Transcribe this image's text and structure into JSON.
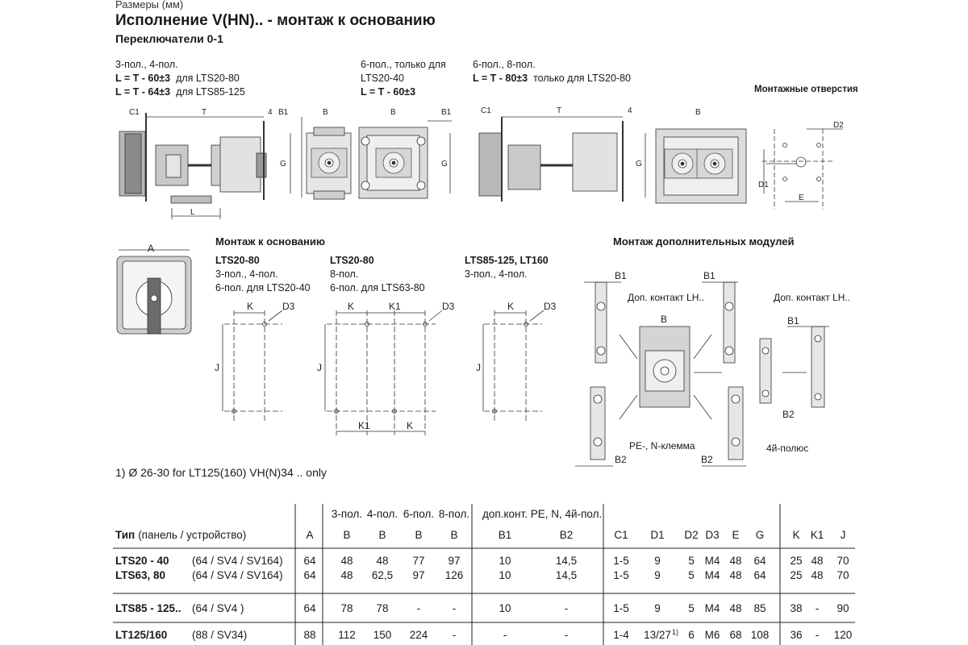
{
  "header": {
    "units": "Размеры (мм)",
    "title": "Исполнение V(HN).. - монтаж к основанию",
    "subtitle": "Переключатели 0-1"
  },
  "variants": {
    "v1": {
      "l1": "3-пол., 4-пол.",
      "f1": "L = T - 60±3",
      "f1s": "для LTS20-80",
      "f2": "L = T - 64±3",
      "f2s": "для LTS85-125"
    },
    "v2": {
      "l1": "6-пол., только для",
      "l2": "LTS20-40",
      "f1": "L = T - 60±3"
    },
    "v3": {
      "l1": "6-пол., 8-пол.",
      "f1": "L = T - 80±3",
      "f1s": "только для LTS20-80"
    }
  },
  "drawing_labels": {
    "c1": "C1",
    "t": "T",
    "four": "4",
    "b1": "B1",
    "b": "B",
    "g": "G",
    "l": "L",
    "d1": "D1",
    "d2": "D2",
    "e": "E",
    "a": "A",
    "k": "K",
    "k1": "K1",
    "d3": "D3",
    "j": "J",
    "b2": "B2"
  },
  "mount_holes": "Монтажные отверстия",
  "base_mount": {
    "title": "Монтаж к основанию",
    "col1": {
      "t": "LTS20-80",
      "l1": "3-пол., 4-пол.",
      "l2": "6-пол. для LTS20-40"
    },
    "col2": {
      "t": "LTS20-80",
      "l1": "8-пол.",
      "l2": "6-пол. для LTS63-80"
    },
    "col3": {
      "t": "LTS85-125, LT160",
      "l1": "3-пол., 4-пол."
    }
  },
  "modules": {
    "title": "Монтаж дополнительных модулей",
    "aux1": "Доп. контакт LH..",
    "aux2": "Доп. контакт LH..",
    "pe": "PE-, N-клемма",
    "pole4": "4й-полюс"
  },
  "footnote": "1)  Ø 26-30 for LT125(160) VH(N)34 .. only",
  "table": {
    "top": [
      "3-пол.",
      "4-пол.",
      "6-пол.",
      "8-пол.",
      "доп.конт.",
      "PE, N, 4й-пол."
    ],
    "type_head": "Тип",
    "type_head_sub": "(панель / устройство)",
    "cols": [
      "A",
      "B",
      "B",
      "B",
      "B",
      "B1",
      "B2",
      "C1",
      "D1",
      "D2",
      "D3",
      "E",
      "G",
      "K",
      "K1",
      "J"
    ],
    "rows": [
      {
        "type": "LTS20 - 40",
        "sub": "(64 / SV4 / SV164)",
        "cells": [
          "64",
          "48",
          "48",
          "77",
          "97",
          "10",
          "14,5",
          "1-5",
          "9",
          "5",
          "M4",
          "48",
          "64",
          "25",
          "48",
          "70"
        ]
      },
      {
        "type": "LTS63, 80",
        "sub": "(64 / SV4 / SV164)",
        "cells": [
          "64",
          "48",
          "62,5",
          "97",
          "126",
          "10",
          "14,5",
          "1-5",
          "9",
          "5",
          "M4",
          "48",
          "64",
          "25",
          "48",
          "70"
        ]
      },
      {
        "type": "LTS85 - 125..",
        "sub": "(64 / SV4 )",
        "cells": [
          "64",
          "78",
          "78",
          "-",
          "-",
          "10",
          "-",
          "1-5",
          "9",
          "5",
          "M4",
          "48",
          "85",
          "38",
          "-",
          "90"
        ]
      },
      {
        "type": "LT125/160",
        "sub": "(88 / SV34)",
        "cells": [
          "88",
          "112",
          "150",
          "224",
          "-",
          "-",
          "-",
          "1-4",
          "13/27",
          "6",
          "M6",
          "68",
          "108",
          "36",
          "-",
          "120"
        ]
      }
    ],
    "footmark": "1)"
  }
}
